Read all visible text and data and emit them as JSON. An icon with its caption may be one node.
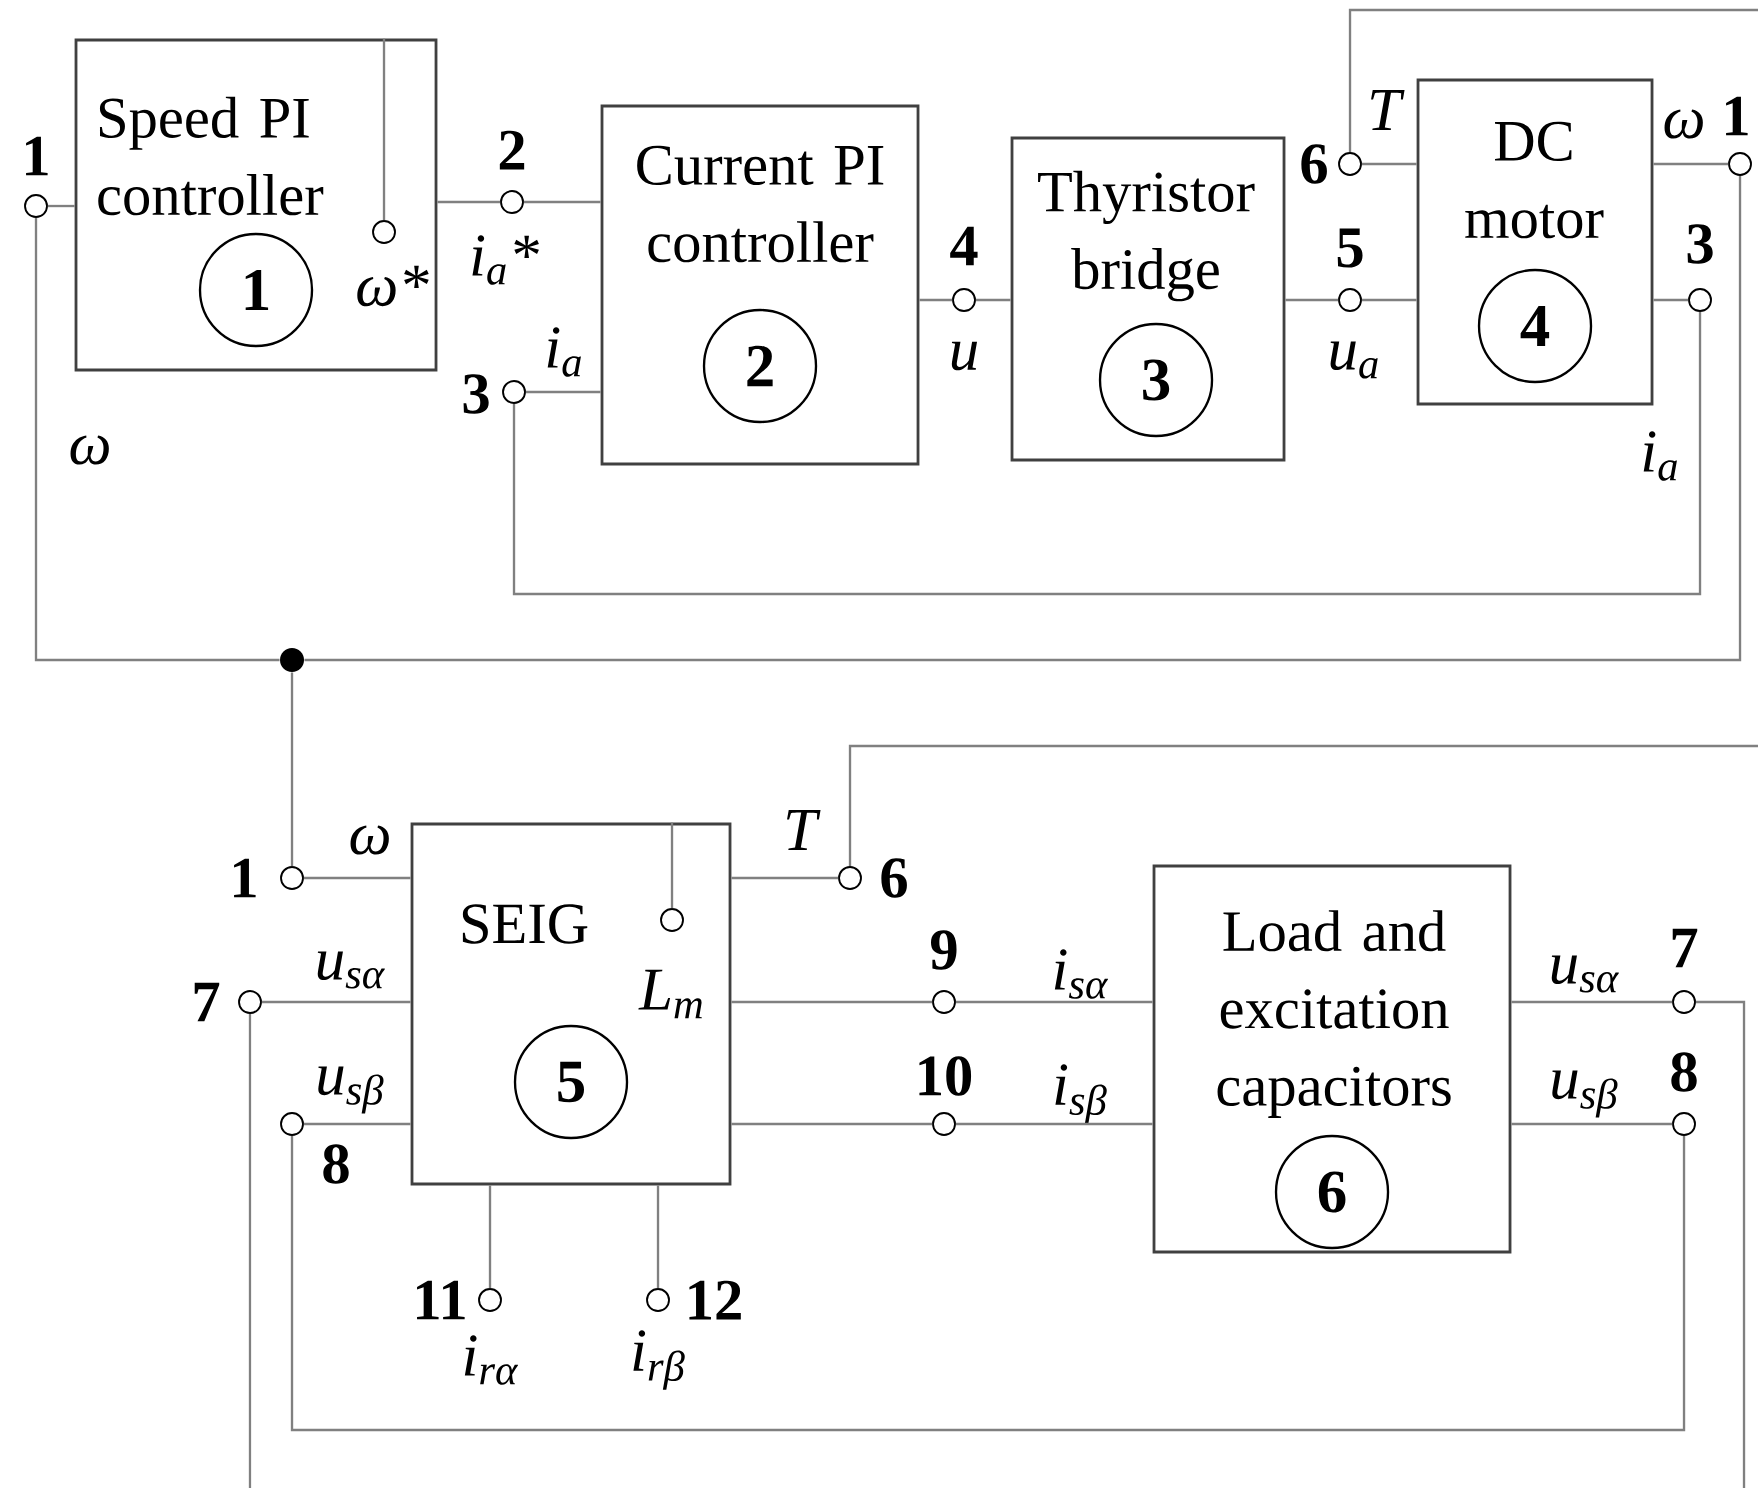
{
  "diagram": {
    "nodes": [
      {
        "text": [
          "Speed PI controller"
        ]
      },
      {
        "text": [
          "1"
        ],
        "in": 0
      },
      {
        "text": [
          "Current PI controller"
        ]
      },
      {
        "text": [
          "2"
        ],
        "in": 2
      },
      {
        "text": [
          "Thyristor bridge"
        ]
      },
      {
        "text": [
          "3"
        ],
        "in": 4
      },
      {
        "text": [
          "DC motor"
        ]
      },
      {
        "text": [
          "4"
        ],
        "in": 6
      },
      {
        "text": [
          "SEIG"
        ]
      },
      {
        "text": [
          "5"
        ],
        "in": 8
      },
      {
        "text": [
          "Load and excitation capacitors"
        ]
      },
      {
        "text": [
          "6"
        ],
        "in": 10
      },
      {
        "text": [],
        "shape": "circle",
        "beside": [
          "1"
        ]
      },
      {
        "text": [],
        "shape": "circle",
        "beside": [
          "ω*"
        ],
        "in": 0
      },
      {
        "text": [],
        "shape": "circle",
        "beside": [
          "2",
          "i$_{a}$*"
        ]
      },
      {
        "text": [],
        "shape": "circle",
        "beside": [
          "3",
          "i$_{a}$"
        ]
      },
      {
        "text": [],
        "shape": "circle",
        "beside": [
          "4",
          "u"
        ]
      },
      {
        "text": [],
        "shape": "circle",
        "beside": [
          "5",
          "u$_{a}$"
        ]
      },
      {
        "text": [],
        "shape": "circle",
        "beside": [
          "6",
          "T"
        ]
      },
      {
        "text": [],
        "shape": "circle",
        "beside": [
          "1",
          "ω"
        ]
      },
      {
        "text": [],
        "shape": "circle",
        "beside": [
          "3"
        ]
      },
      {
        "text": [],
        "shape": "dot"
      },
      {
        "text": [],
        "shape": "circle",
        "beside": [
          "1",
          "ω"
        ]
      },
      {
        "text": [],
        "shape": "circle",
        "beside": [
          "7",
          "u$_{sα}$"
        ]
      },
      {
        "text": [],
        "shape": "circle",
        "beside": [
          "8",
          "u$_{sβ}$"
        ]
      },
      {
        "text": [],
        "shape": "circle",
        "beside": [
          "L$_{m}$"
        ],
        "in": 8
      },
      {
        "text": [],
        "shape": "circle",
        "beside": [
          "6",
          "T"
        ]
      },
      {
        "text": [],
        "shape": "circle",
        "beside": [
          "9",
          "i$_{sα}$"
        ]
      },
      {
        "text": [],
        "shape": "circle",
        "beside": [
          "10",
          "i$_{sβ}$"
        ]
      },
      {
        "text": [],
        "shape": "circle",
        "beside": [
          "11",
          "i$_{rα}$"
        ]
      },
      {
        "text": [],
        "shape": "circle",
        "beside": [
          "12",
          "i$_{rβ}$"
        ]
      },
      {
        "text": [],
        "shape": "circle",
        "beside": [
          "7",
          "u$_{sα}$"
        ]
      },
      {
        "text": [],
        "shape": "circle",
        "beside": [
          "8",
          "u$_{sβ}$"
        ]
      }
    ],
    "edges": [
      {
        "from": 12,
        "to": 0,
        "arrow": "none"
      },
      {
        "from": 13,
        "to": 0,
        "arrow": "none"
      },
      {
        "from": 0,
        "to": 14,
        "arrow": "none"
      },
      {
        "from": 14,
        "to": 2,
        "arrow": "none"
      },
      {
        "from": 15,
        "to": 2,
        "arrow": "none"
      },
      {
        "from": 2,
        "to": 16,
        "arrow": "none"
      },
      {
        "from": 16,
        "to": 4,
        "arrow": "none"
      },
      {
        "from": 4,
        "to": 17,
        "arrow": "none"
      },
      {
        "from": 17,
        "to": 6,
        "arrow": "none"
      },
      {
        "from": 18,
        "to": 6,
        "arrow": "none"
      },
      {
        "from": 6,
        "to": 19,
        "arrow": "none"
      },
      {
        "from": 6,
        "to": 20,
        "arrow": "none"
      },
      {
        "from": 20,
        "to": 15,
        "arrow": "none"
      },
      {
        "from": 19,
        "to": 21,
        "arrow": "none"
      },
      {
        "from": 12,
        "to": 21,
        "arrow": "none"
      },
      {
        "from": 21,
        "to": 22,
        "arrow": "none"
      },
      {
        "from": 22,
        "to": 8,
        "arrow": "none"
      },
      {
        "from": 23,
        "to": 8,
        "arrow": "none"
      },
      {
        "from": 24,
        "to": 8,
        "arrow": "none"
      },
      {
        "from": 25,
        "to": 8,
        "arrow": "none"
      },
      {
        "from": 8,
        "to": 26,
        "arrow": "none"
      },
      {
        "from": 8,
        "to": 27,
        "arrow": "none"
      },
      {
        "from": 27,
        "to": 10,
        "arrow": "none"
      },
      {
        "from": 8,
        "to": 28,
        "arrow": "none"
      },
      {
        "from": 28,
        "to": 10,
        "arrow": "none"
      },
      {
        "from": 8,
        "to": 29,
        "arrow": "none"
      },
      {
        "from": 8,
        "to": 30,
        "arrow": "none"
      },
      {
        "from": 10,
        "to": 31,
        "arrow": "none"
      },
      {
        "from": 10,
        "to": 32,
        "arrow": "none"
      },
      {
        "from": 32,
        "to": 24,
        "arrow": "none"
      },
      {
        "from": 31,
        "to": null,
        "arrow": "none"
      },
      {
        "from": 23,
        "to": null,
        "arrow": "none"
      },
      {
        "from": 18,
        "to": null,
        "arrow": "none"
      },
      {
        "from": 26,
        "to": null,
        "arrow": "none"
      }
    ],
    "labels": [
      "ω",
      "i$_{a}$"
    ]
  }
}
